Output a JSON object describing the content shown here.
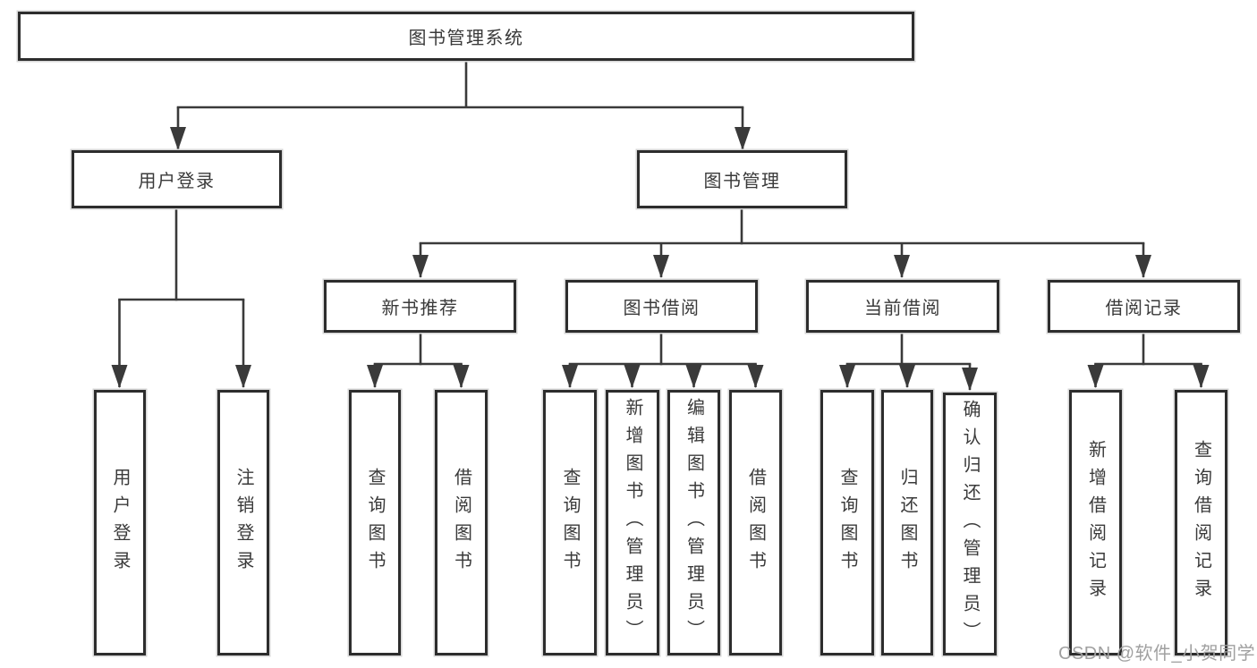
{
  "nodes": {
    "root": "图书管理系统",
    "user_login": "用户登录",
    "book_management": "图书管理",
    "new_book_recommend": "新书推荐",
    "book_borrow": "图书借阅",
    "current_borrow": "当前借阅",
    "borrow_records": "借阅记录",
    "user_login_children": [
      "用户登录",
      "注销登录"
    ],
    "new_book_children": [
      "查询图书",
      "借阅图书"
    ],
    "book_borrow_children": [
      "查询图书",
      "新增图书（管理员）",
      "编辑图书（管理员）",
      "借阅图书"
    ],
    "current_borrow_children": [
      "查询图书",
      "归还图书",
      "确认归还（管理员）"
    ],
    "borrow_record_children": [
      "新增借阅记录",
      "查询借阅记录"
    ]
  },
  "watermark": "CSDN @软件_小贺同学",
  "colors": {
    "line": "#3a3a3a",
    "box_border": "#2d2d2d",
    "text": "#3a3a3a",
    "watermark": "#a0a0a0",
    "background": "#ffffff"
  }
}
